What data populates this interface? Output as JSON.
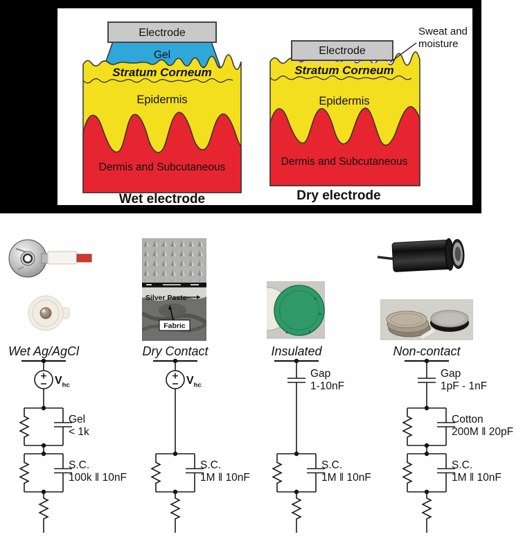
{
  "figure_top": {
    "wet": {
      "electrode_label": "Electrode",
      "gel_label": "Gel",
      "stratum_label": "Stratum Corneum",
      "epidermis_label": "Epidermis",
      "dermis_label": "Dermis and Subcutaneous",
      "caption": "Wet electrode"
    },
    "dry": {
      "electrode_label": "Electrode",
      "stratum_label": "Stratum Corneum",
      "epidermis_label": "Epidermis",
      "dermis_label": "Dermis and Subcutaneous",
      "caption": "Dry electrode",
      "annotation_line1": "Sweat and",
      "annotation_line2": "moisture"
    },
    "colors": {
      "skin_yellow": "#F3DF1E",
      "dermis_red": "#E62530",
      "gel_blue": "#2FA7DB",
      "electrode_gray": "#C9C9C9",
      "sweat_pink": "#EDC9D8",
      "frame_black": "#000000"
    }
  },
  "electrodes": [
    {
      "name": "Wet Ag/AgCl",
      "source": {
        "label": "V",
        "sub": "hc"
      },
      "blocks": [
        {
          "line1": "Gel",
          "line2": "< 1k"
        },
        {
          "line1": "S.C.",
          "line2": "100k ‖ 10nF"
        }
      ]
    },
    {
      "name": "Dry Contact",
      "source": {
        "label": "V",
        "sub": "hc"
      },
      "blocks": [
        {
          "line1": "S.C.",
          "line2": "1M ‖ 10nF"
        }
      ]
    },
    {
      "name": "Insulated",
      "series_cap": {
        "line1": "Gap",
        "line2": "1-10nF"
      },
      "blocks": [
        {
          "line1": "S.C.",
          "line2": "1M ‖ 10nF"
        }
      ]
    },
    {
      "name": "Non-contact",
      "series_cap": {
        "line1": "Gap",
        "line2": "1pF - 1nF"
      },
      "blocks": [
        {
          "line1": "Cotton",
          "line2": "200M ‖ 20pF"
        },
        {
          "line1": "S.C.",
          "line2": "1M ‖ 10nF"
        }
      ]
    }
  ],
  "dry_contact_photo": {
    "silver_paste": "Silver Paste",
    "fabric": "Fabric"
  },
  "insulated_color": "#2F9A68"
}
